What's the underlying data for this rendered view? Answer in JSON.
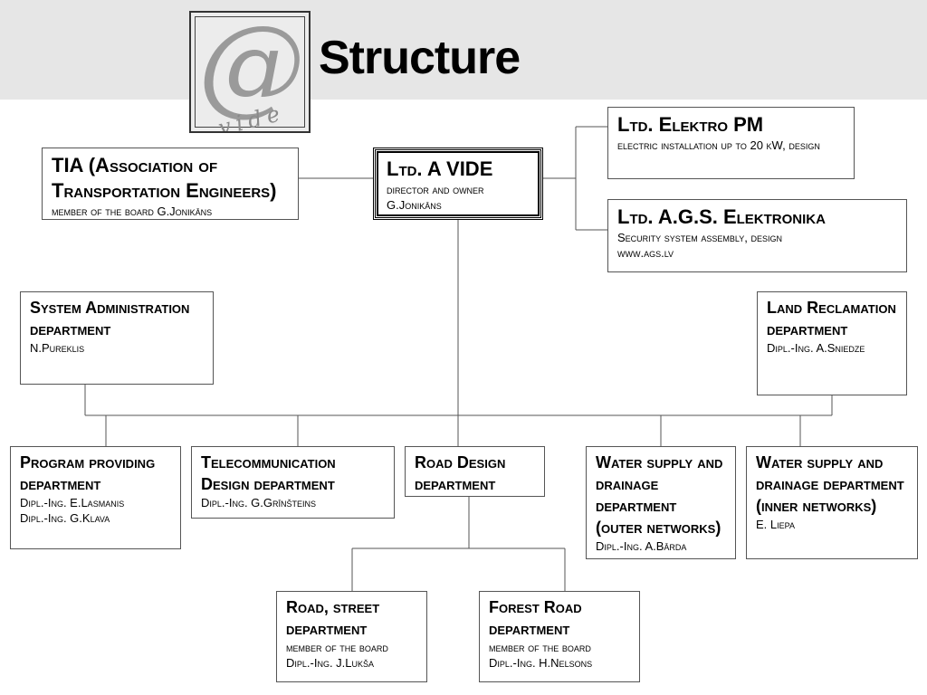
{
  "title": "Structure",
  "logo": {
    "symbol": "@",
    "text": "vide"
  },
  "nodes": {
    "tia": {
      "name": "TIA (Association of Transportation Engineers)",
      "lines": [
        "member of the board G.Jonikāns"
      ]
    },
    "avide": {
      "name": "Ltd. A VIDE",
      "lines": [
        "director and owner",
        "G.Jonikāns"
      ]
    },
    "elektro": {
      "name": "Ltd. Elektro PM",
      "lines": [
        "electric installation up to 20 kW, design"
      ]
    },
    "ags": {
      "name": "Ltd. A.G.S. Elektronika",
      "lines": [
        "Security system assembly, design",
        "www.ags.lv"
      ]
    },
    "sysadmin": {
      "name": "System Administration department",
      "lines": [
        "N.Pureklis"
      ]
    },
    "land": {
      "name": "Land Reclamation department",
      "lines": [
        "Dipl.-Ing. A.Sniedze"
      ]
    },
    "program": {
      "name": "Program providing department",
      "lines": [
        "Dipl.-Ing. E.Lasmanis",
        "Dipl.-Ing. G.Klava"
      ]
    },
    "telecom": {
      "name": "Telecommunication Design department",
      "lines": [
        "Dipl.-Ing. G.Grīnšteins"
      ]
    },
    "road_design": {
      "name": "Road Design department",
      "lines": []
    },
    "water_outer": {
      "name": "Water supply and drainage department (outer networks)",
      "lines": [
        "Dipl.-Ing. A.Bārda"
      ]
    },
    "water_inner": {
      "name": "Water supply and drainage department (inner networks)",
      "lines": [
        "E. Liepa"
      ]
    },
    "road_street": {
      "name": "Road, street department",
      "lines": [
        "member of the board",
        "Dipl.-Ing. J.Lukša"
      ]
    },
    "forest_road": {
      "name": "Forest Road department",
      "lines": [
        "member of the board",
        "Dipl.-Ing. H.Nelsons"
      ]
    }
  }
}
